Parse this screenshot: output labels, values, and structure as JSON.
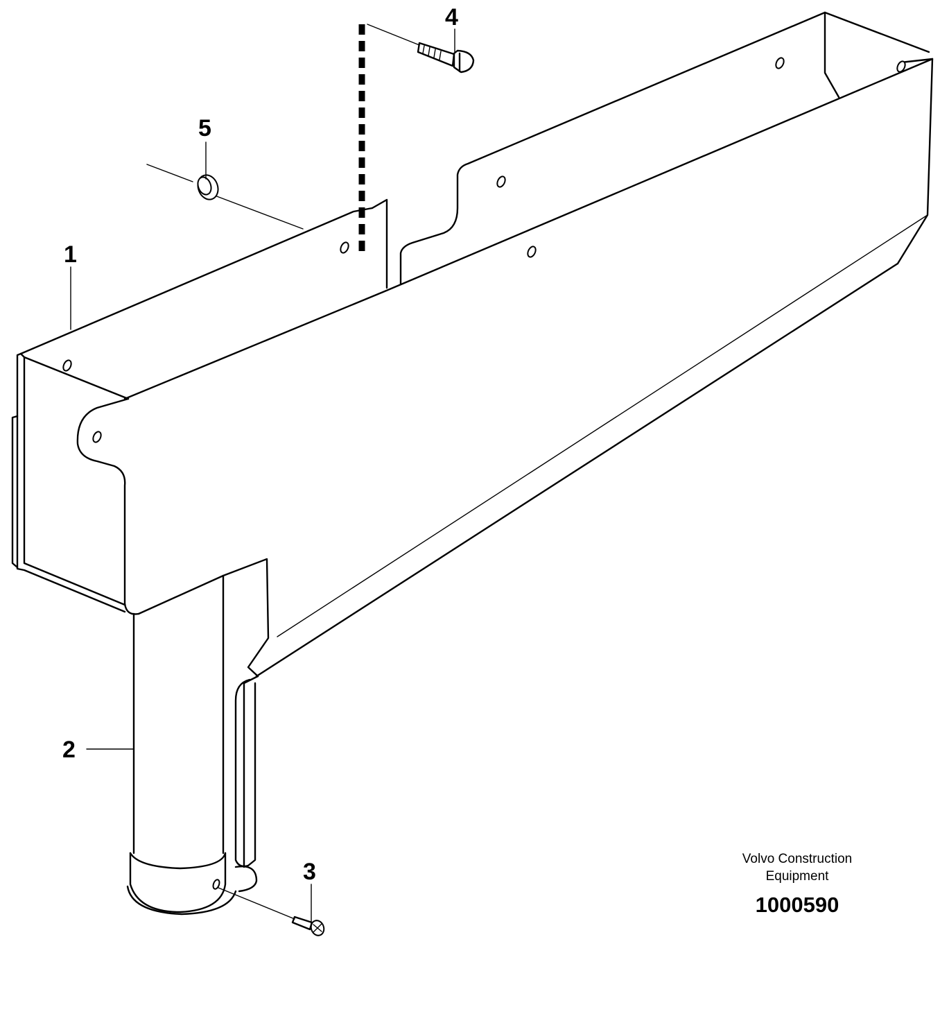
{
  "callouts": [
    {
      "id": "1",
      "label": "1"
    },
    {
      "id": "2",
      "label": "2"
    },
    {
      "id": "3",
      "label": "3"
    },
    {
      "id": "4",
      "label": "4"
    },
    {
      "id": "5",
      "label": "5"
    }
  ],
  "caption": {
    "manufacturer_line1": "Volvo Construction",
    "manufacturer_line2": "Equipment",
    "drawing_number": "1000590"
  }
}
